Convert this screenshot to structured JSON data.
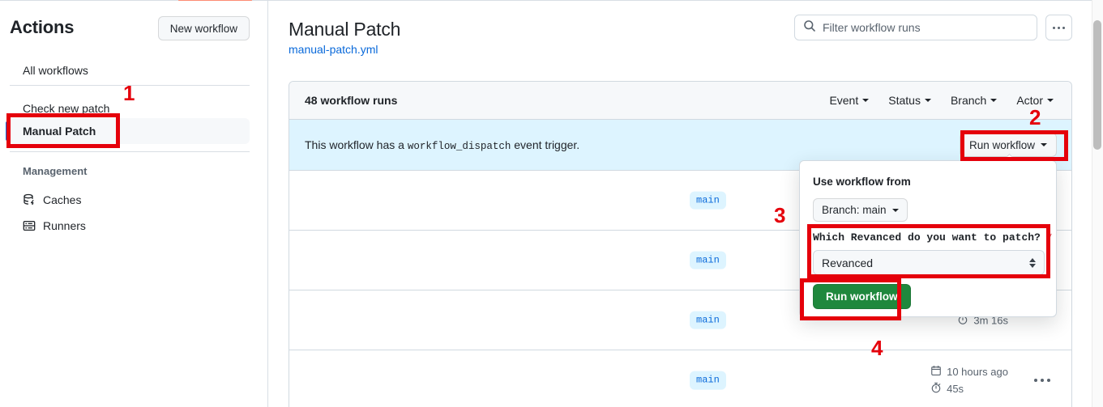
{
  "sidebar": {
    "title": "Actions",
    "new_workflow_label": "New workflow",
    "items": [
      {
        "label": "All workflows"
      },
      {
        "label": "Check new patch"
      },
      {
        "label": "Manual Patch"
      }
    ],
    "management_label": "Management",
    "management_items": [
      {
        "label": "Caches",
        "icon": "cache-icon"
      },
      {
        "label": "Runners",
        "icon": "runners-icon"
      }
    ]
  },
  "header": {
    "title": "Manual Patch",
    "subtitle": "manual-patch.yml",
    "search_placeholder": "Filter workflow runs",
    "search_value": "",
    "kebab_icon": "kebab-horizontal-icon"
  },
  "runs_panel": {
    "count_label": "48 workflow runs",
    "filters": [
      {
        "label": "Event"
      },
      {
        "label": "Status"
      },
      {
        "label": "Branch"
      },
      {
        "label": "Actor"
      }
    ],
    "dispatch_banner": {
      "text_before": "This workflow has a",
      "code": "workflow_dispatch",
      "text_after": "event trigger.",
      "run_workflow_label": "Run workflow"
    },
    "rows": [
      {
        "branch": "main",
        "timestamp": "",
        "duration": ""
      },
      {
        "branch": "main",
        "timestamp": "",
        "duration": ""
      },
      {
        "branch": "main",
        "timestamp": "",
        "duration": "3m 16s"
      },
      {
        "branch": "main",
        "timestamp": "10 hours ago",
        "duration": "45s"
      }
    ]
  },
  "dropdown": {
    "use_workflow_from_label": "Use workflow from",
    "branch_selector_label": "Branch: main",
    "field_label": "Which Revanced do you want to patch?",
    "required_marker": "*",
    "field_value": "Revanced",
    "submit_label": "Run workflow"
  },
  "annotations": {
    "markers": [
      "1",
      "2",
      "3",
      "4"
    ]
  },
  "colors": {
    "accent_blue": "#0969da",
    "banner_blue": "#ddf4ff",
    "green": "#1f883d",
    "annotation_red": "#e5000b",
    "tab_orange": "#fd8c73"
  }
}
